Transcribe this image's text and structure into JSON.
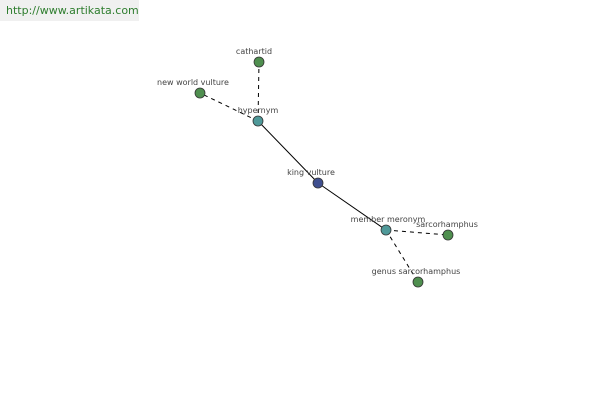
{
  "header": {
    "url": "http://www.artikata.com"
  },
  "colors": {
    "center_node": "#3f4f8f",
    "relation_node": "#4f9999",
    "leaf_node": "#4f8f4f",
    "node_stroke": "#333333",
    "edge": "#000000",
    "watermark_text": "#2e7d2e"
  },
  "graph": {
    "nodes": [
      {
        "id": "king-vulture",
        "label": "king vulture",
        "kind": "center"
      },
      {
        "id": "hypernym",
        "label": "hypernym",
        "kind": "relation"
      },
      {
        "id": "member-meronym",
        "label": "member meronym",
        "kind": "relation"
      },
      {
        "id": "cathartid",
        "label": "cathartid",
        "kind": "leaf"
      },
      {
        "id": "new-world-vulture",
        "label": "new world vulture",
        "kind": "leaf"
      },
      {
        "id": "sarcorhamphus",
        "label": "sarcorhamphus",
        "kind": "leaf"
      },
      {
        "id": "genus-sarcorhamphus",
        "label": "genus sarcorhamphus",
        "kind": "leaf"
      }
    ],
    "edges": [
      {
        "from": "king-vulture",
        "to": "hypernym",
        "style": "solid"
      },
      {
        "from": "king-vulture",
        "to": "member-meronym",
        "style": "solid"
      },
      {
        "from": "hypernym",
        "to": "cathartid",
        "style": "dashed"
      },
      {
        "from": "hypernym",
        "to": "new-world-vulture",
        "style": "dashed"
      },
      {
        "from": "member-meronym",
        "to": "sarcorhamphus",
        "style": "dashed"
      },
      {
        "from": "member-meronym",
        "to": "genus-sarcorhamphus",
        "style": "dashed"
      }
    ]
  }
}
